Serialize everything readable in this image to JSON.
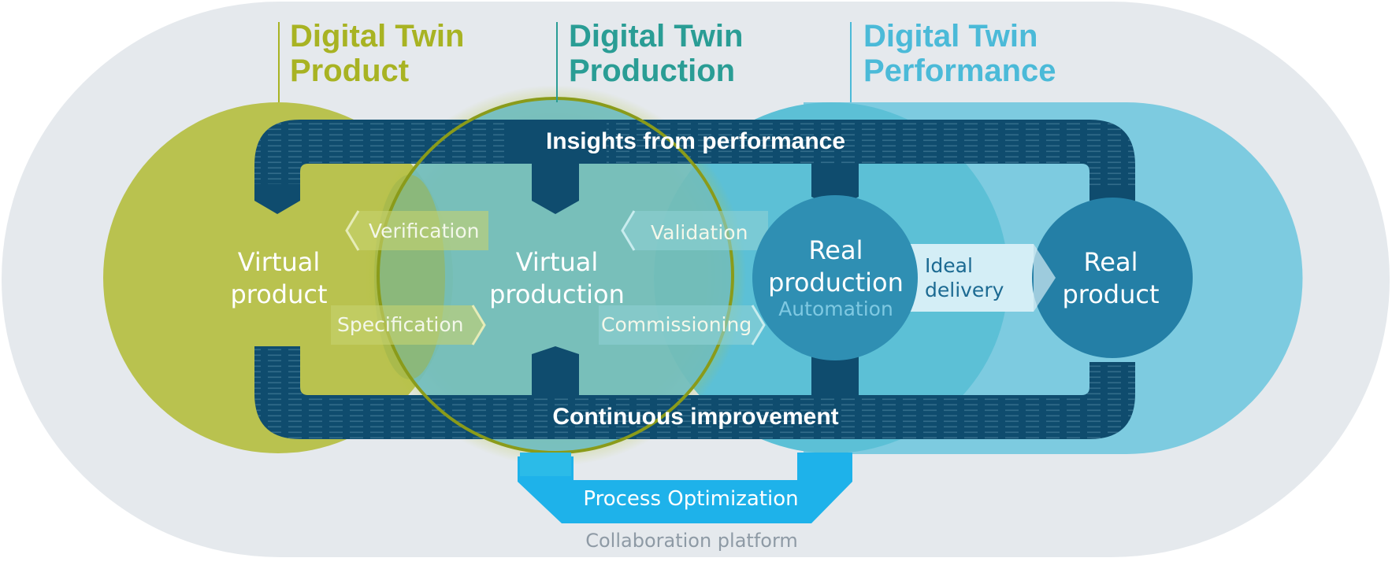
{
  "headers": {
    "product": "Digital Twin\nProduct",
    "production": "Digital Twin\nProduction",
    "performance": "Digital Twin\nPerformance"
  },
  "loops": {
    "top": "Insights from performance",
    "bottom": "Continuous improvement"
  },
  "nodes": {
    "virtual_product": "Virtual\nproduct",
    "virtual_production": "Virtual\nproduction",
    "real_production": "Real\nproduction",
    "real_production_sub": "Automation",
    "real_product": "Real\nproduct"
  },
  "flows": {
    "verification": "Verification",
    "specification": "Specification",
    "validation": "Validation",
    "commissioning": "Commissioning",
    "ideal_delivery": "Ideal\ndelivery"
  },
  "bottom": {
    "process_optimization": "Process Optimization",
    "platform": "Collaboration platform"
  },
  "colors": {
    "platform_bg": "#e5e9ed",
    "product_green": "#b9c24f",
    "production_teal": "#6fbdc0",
    "performance_blue": "#5cc0d6",
    "performance_light": "#7dcbe0",
    "loop_dark": "#0f4c6e",
    "node_blue": "#2f8fb3",
    "real_product_blue": "#247fa6",
    "process_opt": "#1eb2ea",
    "hdr_product": "#a8b323",
    "hdr_production": "#2a9d95",
    "hdr_performance": "#4bbad8"
  }
}
